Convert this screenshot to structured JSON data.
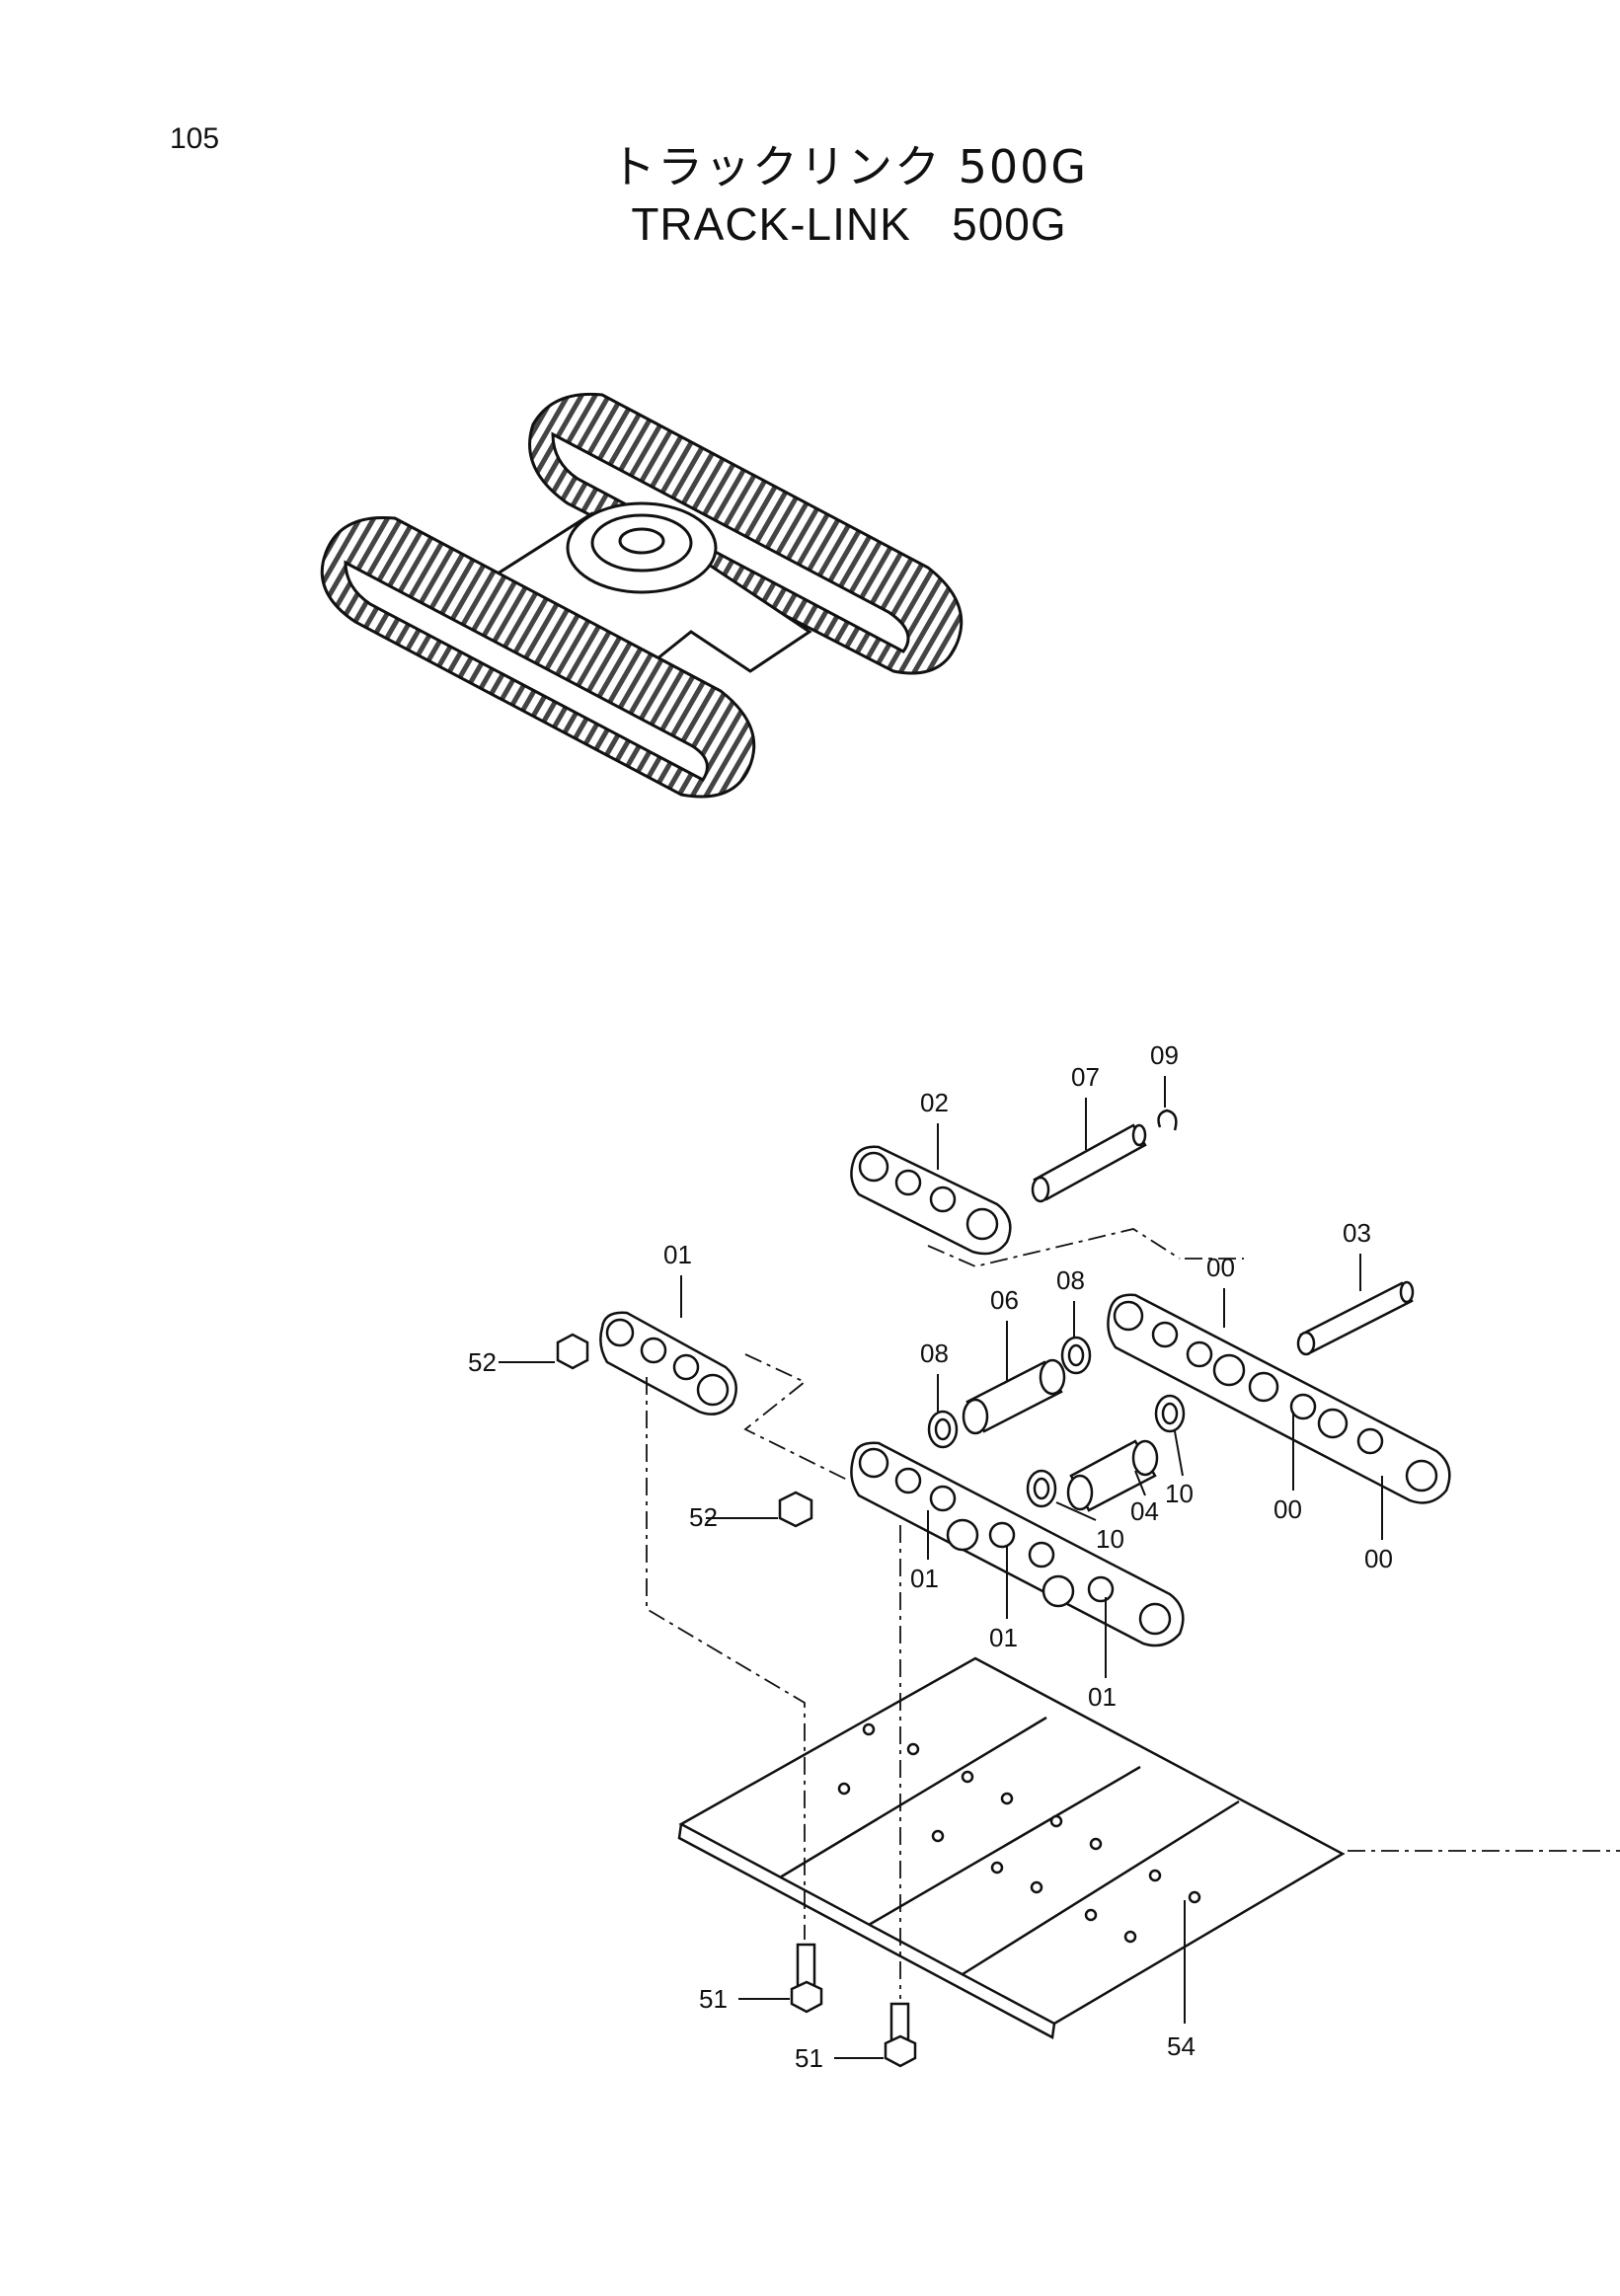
{
  "page": {
    "number": "105",
    "title_jp": "トラックリンク 500G",
    "title_en": "TRACK-LINK   500G"
  },
  "callouts": [
    {
      "id": "c-09",
      "label": "09"
    },
    {
      "id": "c-07",
      "label": "07"
    },
    {
      "id": "c-02",
      "label": "02"
    },
    {
      "id": "c-03",
      "label": "03"
    },
    {
      "id": "c-00a",
      "label": "00"
    },
    {
      "id": "c-01a",
      "label": "01"
    },
    {
      "id": "c-08a",
      "label": "08"
    },
    {
      "id": "c-06",
      "label": "06"
    },
    {
      "id": "c-08b",
      "label": "08"
    },
    {
      "id": "c-52a",
      "label": "52"
    },
    {
      "id": "c-52b",
      "label": "52"
    },
    {
      "id": "c-10a",
      "label": "10"
    },
    {
      "id": "c-04",
      "label": "04"
    },
    {
      "id": "c-10b",
      "label": "10"
    },
    {
      "id": "c-00b",
      "label": "00"
    },
    {
      "id": "c-00c",
      "label": "00"
    },
    {
      "id": "c-01b",
      "label": "01"
    },
    {
      "id": "c-01c",
      "label": "01"
    },
    {
      "id": "c-01d",
      "label": "01"
    },
    {
      "id": "c-51a",
      "label": "51"
    },
    {
      "id": "c-51b",
      "label": "51"
    },
    {
      "id": "c-54",
      "label": "54"
    }
  ]
}
